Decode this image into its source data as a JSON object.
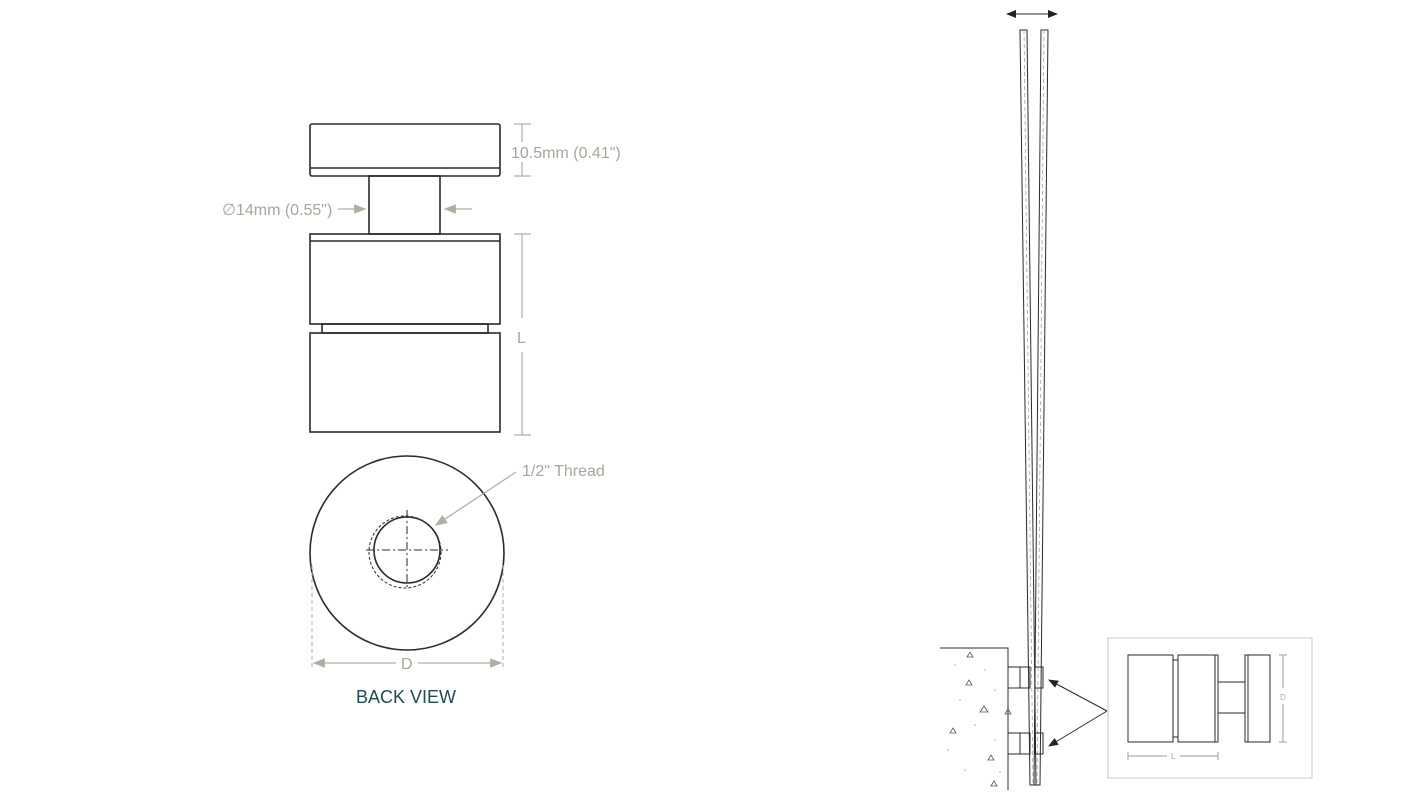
{
  "front_view": {
    "cap_height_label": "10.5mm (0.41\")",
    "diameter_label": "∅14mm (0.55\")",
    "length_label": "L"
  },
  "back_view": {
    "thread_label": "1/2\" Thread",
    "diameter_label": "D",
    "title": "BACK VIEW"
  },
  "installation_view": {
    "detail_length_label": "L",
    "detail_diameter_label": "D"
  },
  "colors": {
    "line": "#2a2a2a",
    "dimension": "#b0aea2",
    "title": "#1f4a4f"
  }
}
